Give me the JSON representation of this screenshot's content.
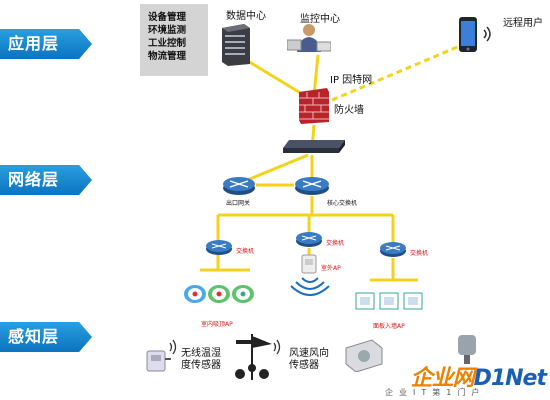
{
  "layers": {
    "app": "应用层",
    "network": "网络层",
    "sense": "感知层"
  },
  "app_box": [
    "设备管理",
    "环境监测",
    "工业控制",
    "物流管理"
  ],
  "labels": {
    "datacenter": "数据中心",
    "monitor": "监控中心",
    "remote": "远程用户",
    "internet": "IP 因特网",
    "firewall": "防火墙",
    "gateway": "出口网关",
    "core": "核心交换机",
    "switch": "交换机",
    "outdoor_ap": "室外AP",
    "indoor_ap": "室内吸顶AP",
    "panel_ap": "面板入墙AP",
    "sensor1": [
      "无线温湿",
      "度传感器"
    ],
    "sensor2": [
      "风速风向",
      "传感器"
    ]
  },
  "watermark": {
    "a": "企业网",
    "b": "D1Net",
    "sub": "企业IT第1门户"
  },
  "colors": {
    "accent": "#1a86d4",
    "link": "#f5d21a",
    "firewall": "#c0262b"
  }
}
